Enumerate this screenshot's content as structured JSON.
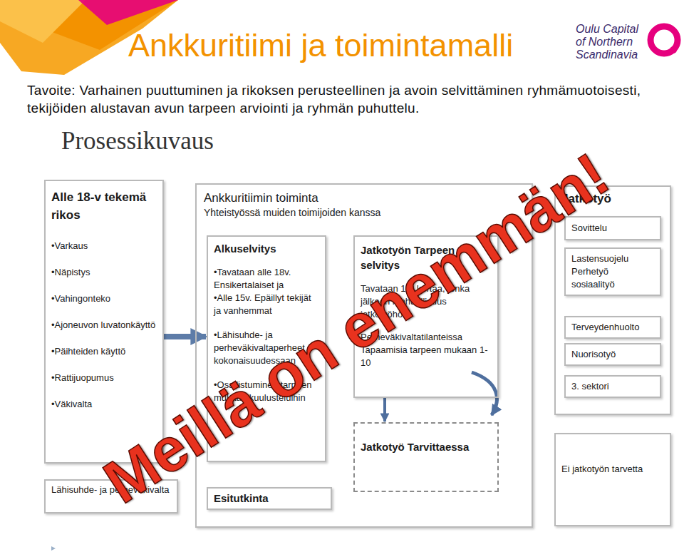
{
  "diagram": {
    "title": "Ankkuritiimi ja toimintamalli",
    "nodes": [
      {
        "text": [
          "Alle 18-v tekemä rikos",
          "•Varkaus",
          "•Näpistys",
          "•Vahingonteko",
          "•Ajoneuvon luvatonkäyttö",
          "•Päihteiden käyttö",
          "•Rattijuopumus",
          "•Väkivalta"
        ]
      },
      {
        "text": [
          "Lähisuhde- ja perheväkivalta"
        ]
      },
      {
        "text": [
          "Ankkuritiimin toiminta",
          "Yhteistyössä muiden toimijoiden kanssa"
        ]
      },
      {
        "text": [
          "Alkuselvitys",
          "•Tavataan alle 18v. Ensikertalaiset ja",
          "•Alle 15v. Epäillyt tekijät ja vanhemmat",
          "•Lähisuhde- ja perheväkivaltaperheet kokonaisuudessaan",
          "•Osallistuminen tarpeen mukaan kuulusteluihin"
        ],
        "in": 2
      },
      {
        "text": [
          "Jatkotyön Tarpeen selvitys",
          "Tavataan 1-3 kertaa, jonka jälkeen mahdollisuus jatkotyöhön",
          "Perheväkivaltatilanteissa Tapaamisia tarpeen mukaan 1-10"
        ],
        "in": 2
      },
      {
        "text": [
          "Jatkotyö Tarvittaessa"
        ],
        "in": 2
      },
      {
        "text": [
          "Esitutkinta"
        ],
        "in": 2
      },
      {
        "text": [
          "Jatkotyö"
        ]
      },
      {
        "text": [
          "Sovittelu"
        ],
        "in": 7
      },
      {
        "text": [
          "Lastensuojelu Perhetyö sosiaalityö"
        ],
        "in": 7
      },
      {
        "text": [
          "Terveydenhuolto"
        ],
        "in": 7
      },
      {
        "text": [
          "Nuorisotyö"
        ],
        "in": 7
      },
      {
        "text": [
          "3. sektori"
        ],
        "in": 7
      },
      {
        "text": [
          "Ei jatkotyön tarvetta"
        ]
      }
    ],
    "edges": [
      {
        "from": 0,
        "to": 3,
        "arrow": "to"
      },
      {
        "from": 4,
        "to": 5,
        "arrow": "to"
      }
    ],
    "labels": [
      "Tavoite: Varhainen puuttuminen ja rikoksen perusteellinen ja avoin selvittäminen ryhmämuotoisesti, tekijöiden alustavan avun tarpeen arviointi ja ryhmän puhuttelu.",
      "Oulu Capital of Northern Scandinavia",
      "Prosessikuvaus",
      "Meillä on enemmän!"
    ]
  }
}
